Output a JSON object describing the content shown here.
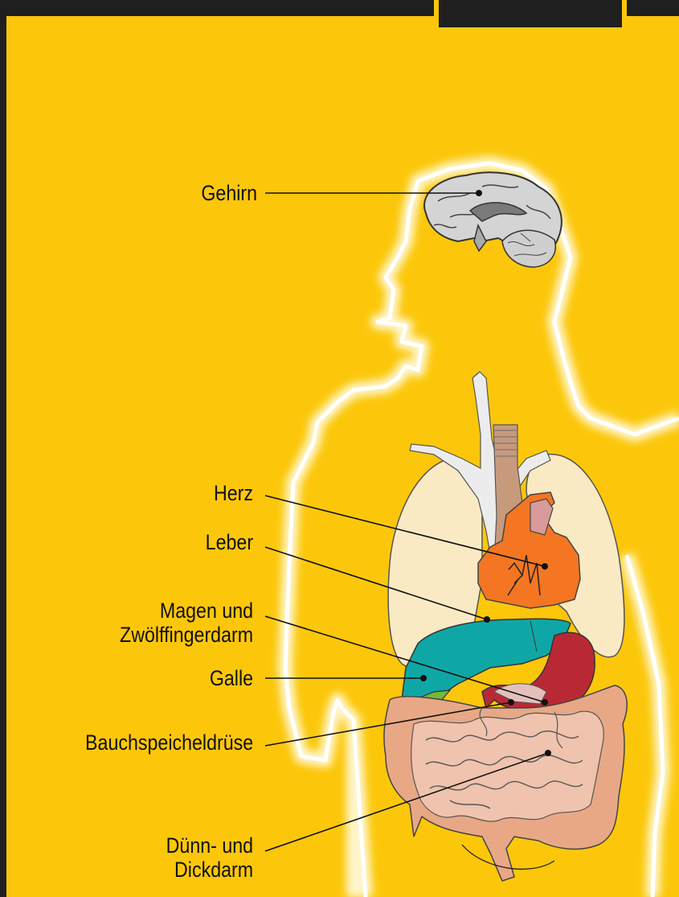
{
  "colors": {
    "background": "#fcc70a",
    "frame": "#1f1f1f",
    "glow": "#fff8d8",
    "lung": "#faeac4",
    "heart": "#f47622",
    "liver": "#0fa7a6",
    "stomach": "#b92935",
    "intestine": "#e8a886",
    "gallbladder": "#74b83d",
    "trachea": "#eeeeee",
    "esophagus": "#c89a7c",
    "brain": "#d4d4d4",
    "leader_line": "#111111"
  },
  "icons": [
    "brain-icon",
    "lungs-icon",
    "heart-icon",
    "liver-icon",
    "stomach-icon",
    "gallbladder-icon",
    "pancreas-icon",
    "intestines-icon",
    "body-silhouette"
  ],
  "labels": {
    "brain": "Gehirn",
    "heart": "Herz",
    "liver": "Leber",
    "stomach_line1": "Magen und",
    "stomach_line2": "Zwölffingerdarm",
    "gallbladder": "Galle",
    "pancreas": "Bauchspeicheldrüse",
    "intestine_line1": "Dünn- und",
    "intestine_line2": "Dickdarm"
  }
}
